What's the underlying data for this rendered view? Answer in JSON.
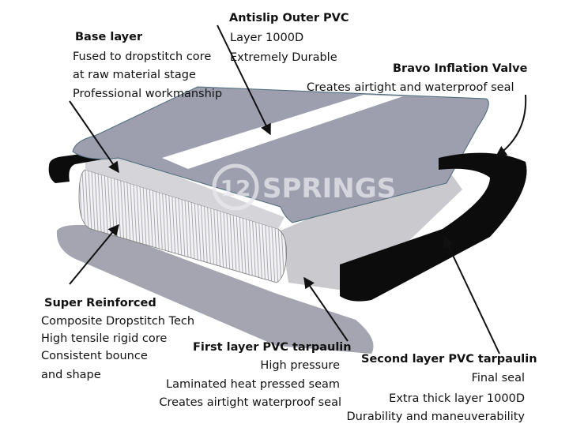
{
  "logo": {
    "mark": "12",
    "text": "SPRINGS"
  },
  "labels": {
    "base_layer": {
      "title": "Base layer",
      "lines": [
        "Fused to dropstitch core",
        "at raw material stage",
        "Professional workmanship"
      ]
    },
    "antislip": {
      "title": "Antislip Outer PVC",
      "lines": [
        "Layer 1000D",
        "Extremely Durable"
      ]
    },
    "valve": {
      "title": "Bravo Inflation Valve",
      "lines": [
        "Creates airtight and waterproof seal"
      ]
    },
    "super": {
      "title": "Super Reinforced",
      "lines": [
        "Composite Dropstitch Tech",
        "High tensile rigid core",
        "Consistent bounce",
        "and shape"
      ]
    },
    "first": {
      "title": "First layer PVC tarpaulin",
      "lines": [
        "High pressure",
        "Laminated heat pressed seam",
        "Creates airtight waterproof seal"
      ]
    },
    "second": {
      "title": "Second layer PVC tarpaulin",
      "lines": [
        "Final seal",
        "Extra thick layer 1000D",
        "Durability and maneuverability"
      ]
    }
  },
  "colors": {
    "sheet": "#9fa0ae",
    "core": "#e4e4e8",
    "band": "#0c0c0c"
  }
}
